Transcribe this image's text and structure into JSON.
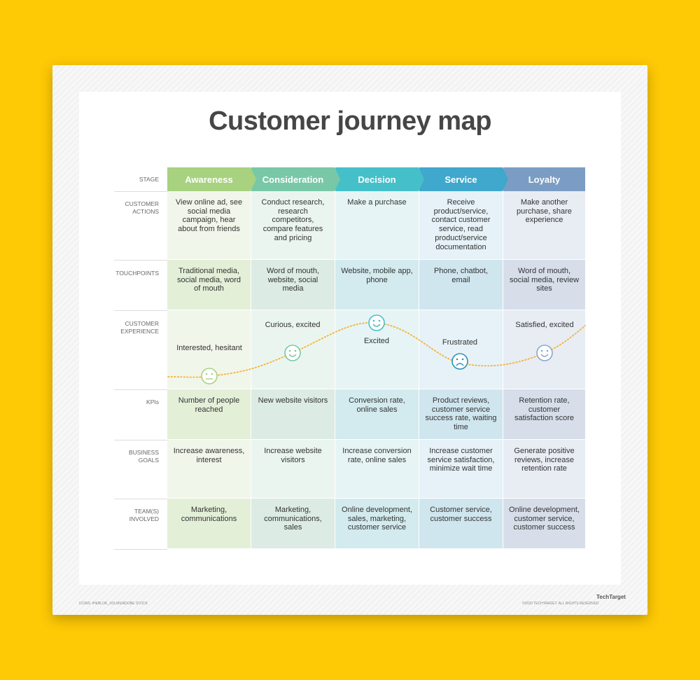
{
  "title": "Customer journey map",
  "row_labels": {
    "stage": "STAGE",
    "actions": "CUSTOMER ACTIONS",
    "touchpoints": "TOUCHPOINTS",
    "experience": "CUSTOMER EXPERIENCE",
    "kpis": "KPIs",
    "goals": "BUSINESS GOALS",
    "teams": "TEAM(S) INVOLVED"
  },
  "stages": [
    {
      "name": "Awareness",
      "color": "#a8d27f",
      "light": "#f1f6ea",
      "dark": "#e4efd8",
      "face_color": "#a8d27f",
      "face": "neutral",
      "actions": "View online ad, see social media campaign, hear about from friends",
      "touchpoints": "Traditional media, social media, word of mouth",
      "experience": "Interested, hesitant",
      "kpis": "Number of people reached",
      "goals": "Increase awareness, interest",
      "teams": "Marketing, communications"
    },
    {
      "name": "Consideration",
      "color": "#78c8a8",
      "light": "#ebf5ef",
      "dark": "#dcebe3",
      "face_color": "#78c8a8",
      "face": "smile",
      "actions": "Conduct research, research competitors, compare features and pricing",
      "touchpoints": "Word of mouth, website, social media",
      "experience": "Curious, excited",
      "kpis": "New website visitors",
      "goals": "Increase website visitors",
      "teams": "Marketing, communications, sales"
    },
    {
      "name": "Decision",
      "color": "#45c0c8",
      "light": "#e6f4f5",
      "dark": "#d3ebee",
      "face_color": "#45c0c8",
      "face": "smile",
      "actions": "Make a purchase",
      "touchpoints": "Website, mobile app, phone",
      "experience": "Excited",
      "kpis": "Conversion rate, online sales",
      "goals": "Increase conversion rate, online sales",
      "teams": "Online development, sales, marketing, customer service"
    },
    {
      "name": "Service",
      "color": "#3fa8cc",
      "light": "#e6f2f7",
      "dark": "#d0e6ef",
      "face_color": "#2f8fb8",
      "face": "frown",
      "actions": "Receive product/service, contact customer service, read product/service documentation",
      "touchpoints": "Phone, chatbot, email",
      "experience": "Frustrated",
      "kpis": "Product reviews, customer service success rate, waiting time",
      "goals": "Increase customer service satisfaction, minimize wait time",
      "teams": "Customer service, customer success"
    },
    {
      "name": "Loyalty",
      "color": "#7b9dc4",
      "light": "#e8ecf3",
      "dark": "#d7deea",
      "face_color": "#8aa8cc",
      "face": "smile",
      "actions": "Make another purchase, share experience",
      "touchpoints": "Word of mouth, social media, review sites",
      "experience": "Satisfied, excited",
      "kpis": "Retention rate, customer satisfaction score",
      "goals": "Generate positive reviews, increase retention rate",
      "teams": "Online development, customer service, customer success"
    }
  ],
  "curve_color": "#f5b335",
  "footer": {
    "credit": "ICONS: IHEBLOK_XOLMS/ADOBE STOCK",
    "copyright": "©2020 TECHTARGET. ALL RIGHTS RESERVED",
    "logo": "TechTarget"
  }
}
